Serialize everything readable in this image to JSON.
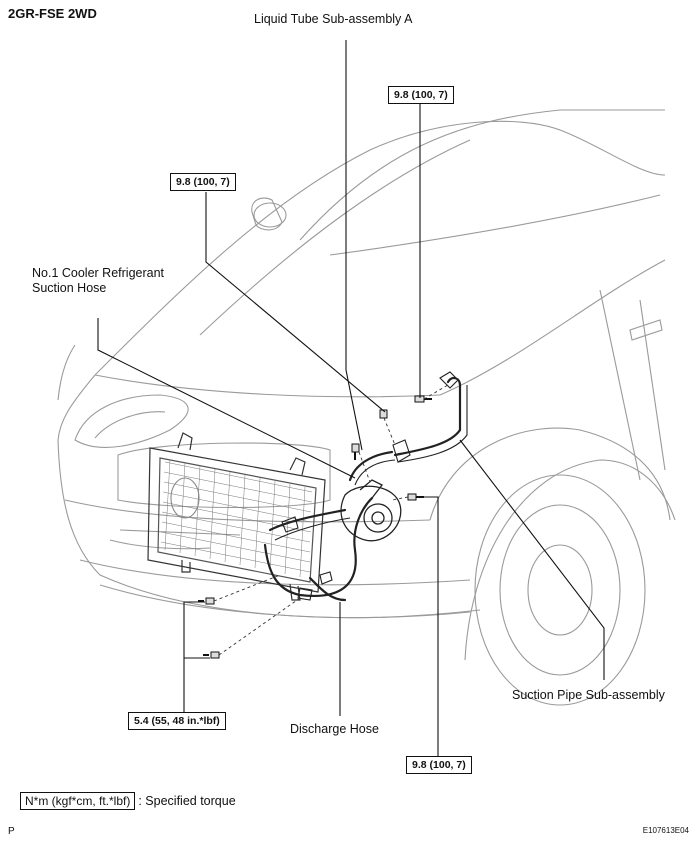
{
  "header": {
    "title": "2GR-FSE 2WD"
  },
  "labels": {
    "liquid_tube": "Liquid Tube Sub-assembly A",
    "suction_hose_line1": "No.1 Cooler Refrigerant",
    "suction_hose_line2": "Suction Hose",
    "suction_pipe": "Suction Pipe Sub-assembly",
    "discharge_hose": "Discharge Hose"
  },
  "torques": {
    "top_right": "9.8 (100, 7)",
    "top_left": "9.8 (100, 7)",
    "bottom_left": "5.4 (55, 48 in.*lbf)",
    "bottom_right": "9.8 (100, 7)"
  },
  "legend": {
    "unit": "N*m (kgf*cm, ft.*lbf)",
    "text": ": Specified torque"
  },
  "footer": {
    "left": "P",
    "code": "E107613E04"
  }
}
